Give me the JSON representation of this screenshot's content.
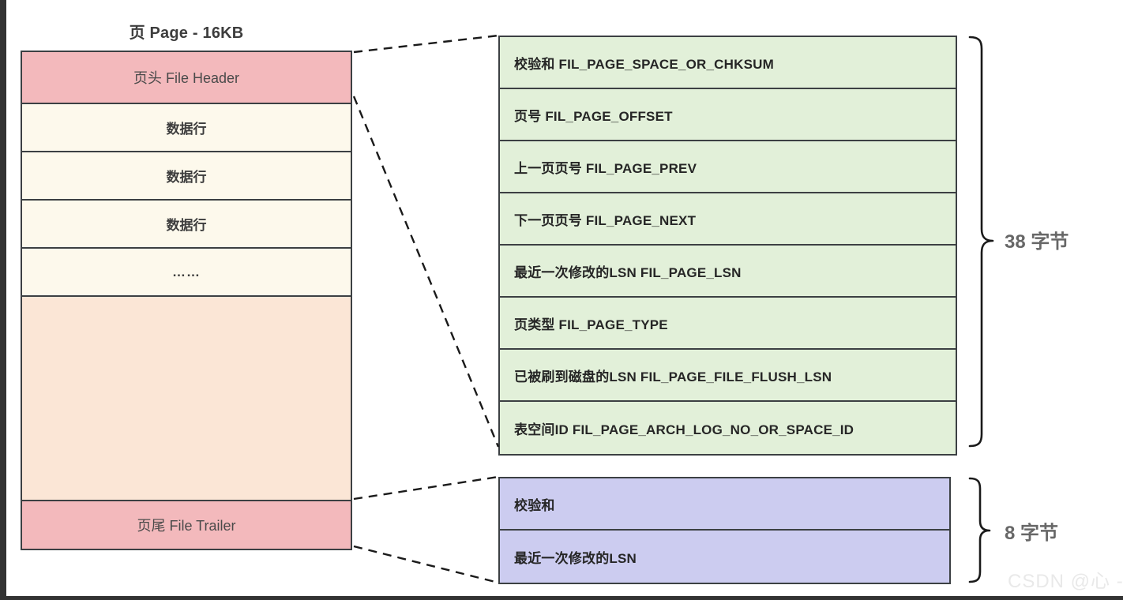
{
  "page": {
    "title": "页 Page - 16KB",
    "cells": [
      {
        "name": "file-header",
        "label": "页头 File Header",
        "kind": "header"
      },
      {
        "name": "data-row-1",
        "label": "数据行",
        "kind": "row"
      },
      {
        "name": "data-row-2",
        "label": "数据行",
        "kind": "row"
      },
      {
        "name": "data-row-3",
        "label": "数据行",
        "kind": "row"
      },
      {
        "name": "data-row-ellipsis",
        "label": "……",
        "kind": "ellipsis"
      },
      {
        "name": "free-space",
        "label": "",
        "kind": "free"
      },
      {
        "name": "file-trailer",
        "label": "页尾 File Trailer",
        "kind": "trailer"
      }
    ]
  },
  "file_header": {
    "fields": [
      {
        "cn": "校验和",
        "const": "FIL_PAGE_SPACE_OR_CHKSUM",
        "text": "校验和   FIL_PAGE_SPACE_OR_CHKSUM"
      },
      {
        "cn": "页号",
        "const": "FIL_PAGE_OFFSET",
        "text": "页号  FIL_PAGE_OFFSET"
      },
      {
        "cn": "上一页页号",
        "const": "FIL_PAGE_PREV",
        "text": "上一页页号  FIL_PAGE_PREV"
      },
      {
        "cn": "下一页页号",
        "const": "FIL_PAGE_NEXT",
        "text": "下一页页号  FIL_PAGE_NEXT"
      },
      {
        "cn": "最近一次修改的LSN",
        "const": "FIL_PAGE_LSN",
        "text": "最近一次修改的LSN  FIL_PAGE_LSN"
      },
      {
        "cn": "页类型",
        "const": "FIL_PAGE_TYPE",
        "text": "页类型  FIL_PAGE_TYPE"
      },
      {
        "cn": "已被刷到磁盘的LSN",
        "const": "FIL_PAGE_FILE_FLUSH_LSN",
        "text": "已被刷到磁盘的LSN  FIL_PAGE_FILE_FLUSH_LSN"
      },
      {
        "cn": "表空间ID",
        "const": "FIL_PAGE_ARCH_LOG_NO_OR_SPACE_ID",
        "text": "表空间ID  FIL_PAGE_ARCH_LOG_NO_OR_SPACE_ID"
      }
    ],
    "size_label": "38 字节"
  },
  "file_trailer": {
    "fields": [
      {
        "cn": "校验和",
        "const": "",
        "text": "校验和"
      },
      {
        "cn": "最近一次修改的LSN",
        "const": "",
        "text": "最近一次修改的LSN"
      }
    ],
    "size_label": "8 字节"
  },
  "watermark": {
    "text": "CSDN @心 -"
  },
  "colors": {
    "header_pink": "#f3b9bc",
    "row_cream": "#fdf9ec",
    "free_peach": "#fbe6d6",
    "field_green": "#e2f0d9",
    "field_blue": "#ccccf0",
    "stroke": "#3c4043",
    "title_text": "#3d3d3d",
    "label_gray": "#676767"
  }
}
